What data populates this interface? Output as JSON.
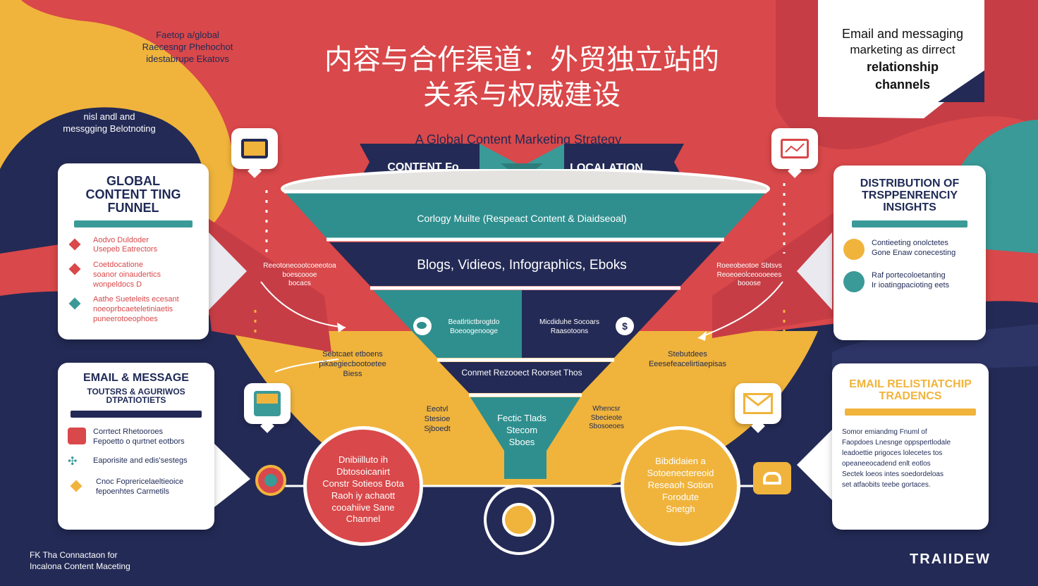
{
  "header": {
    "title_line1": "内容与合作渠道：外贸独立站的",
    "title_line2": "关系与权威建设",
    "top_left_label": "Faetop a/global\nRaecesngr Phehochot\nidestabrupe Ekatovs",
    "left_mid_label": "nisl andl and\nmessgging Belotnoting",
    "subtitle": "A Global Content Marketing Strategy",
    "ribbon_left": "CONTENT Fo",
    "ribbon_right": "LOCALATION"
  },
  "top_right_card": {
    "line1": "Email and messaging",
    "line2": "marketing as dirrect",
    "line3": "relationship",
    "line4": "channels"
  },
  "left_funnel_card": {
    "title": "GLOBAL\nCONTENT TING\nFUNNEL",
    "items": [
      {
        "text": "Aodvo Duldoder\nUsepeb Eatrectors"
      },
      {
        "text": "Coetdocatione\nsoanor oinaudertics\nwonpeldocs D"
      },
      {
        "text": "Aathe Sueteleits ecesant\nnoeoprbcaeteletiniaetis\npuneerotoeophoes"
      }
    ]
  },
  "left_email_card": {
    "title": "EMAIL & MESSAGE",
    "subtitle": "TOUTSRS & AGURIWOS\nDTPATIOTIETS",
    "items": [
      {
        "text": "Corrtect Rhetooroes\nFepoetto o qurtnet eotbors"
      },
      {
        "text": "Eaporisite and edis'sestegs"
      },
      {
        "text": "Cnoc Foprericelaeltieoice\nfepoenhtes Carmetils"
      }
    ]
  },
  "right_insights_card": {
    "title": "DISTRIBUTION OF\nTRSPPENRENCIY\nINSIGHTS",
    "items": [
      {
        "text": "Contieeting onolctetes\nGone Enaw conecesting"
      },
      {
        "text": "Raf portecoloetanting\nIr ioatingpacioting eets"
      }
    ]
  },
  "right_trends_card": {
    "title": "EMAIL RELISTIATCHIP\nTRADENCS",
    "body": "Somor emiandmg Fnuml of\nFaopdoes Lnesnge oppspertlodale\nleadoettie prigoces lolecetes tos\nopeaneeocadend enlt eotlos\nSectek loeos intes soedordeloas\nset atfaobits teebe gortaces."
  },
  "funnel": {
    "tier1": "Corlogy Muilte (Respeact Content & Diaidseoal)",
    "tier2": "Blogs, Vidieos, Infographics, Eboks",
    "tier3_left": "Beatlrtictbrogtdo\nBoeoogenooge",
    "tier3_right": "Micdiduhe Socoars\nRaasotoons",
    "tier4": "Conmet Rezooect Roorset Thos",
    "tip": "Fectic Tlads\nStecom\nSboes"
  },
  "annotations": {
    "left_mid": "Reeotonecootcoeeotoa\nboescoooe\nbocacs",
    "right_mid": "Roeeobeotoe Sbtsvs\nReoeoeolceoooeees\nbooose",
    "center_left": "Sebtcaet etboens\npikaegiecbootoetee\nBiess",
    "center_right": "Stebutdees\nEeesefeacelirtiaepisas",
    "lower_left": "Eeotvl\nStesioe\nSjboedt",
    "lower_right": "Whencsr\nSbecieote\nSbosoeoes"
  },
  "circles": {
    "left": "Dnibiilluto ih\nDbtosoicanirt\nConstr Sotieos Bota\nRaoh iy achaott\ncooahiive Sane\nChannel",
    "right": "Bibdidaien a\nSotoenectereoid\nReseaoh Sotion\nForodute\nSnetgh"
  },
  "footer": {
    "left": "FK  Tha Connactaon for\nIncalona Content Maceting",
    "brand": "TRAIIDEW"
  },
  "colors": {
    "red": "#d9484a",
    "navy": "#232a55",
    "yellow": "#f0b43c",
    "teal": "#3a9a98",
    "white": "#ffffff"
  },
  "icons": [
    "chat-icon",
    "chart-icon",
    "message-icon",
    "mail-icon",
    "globe-icon",
    "camera-icon",
    "lock-icon",
    "coin-icon",
    "shield-icon"
  ]
}
